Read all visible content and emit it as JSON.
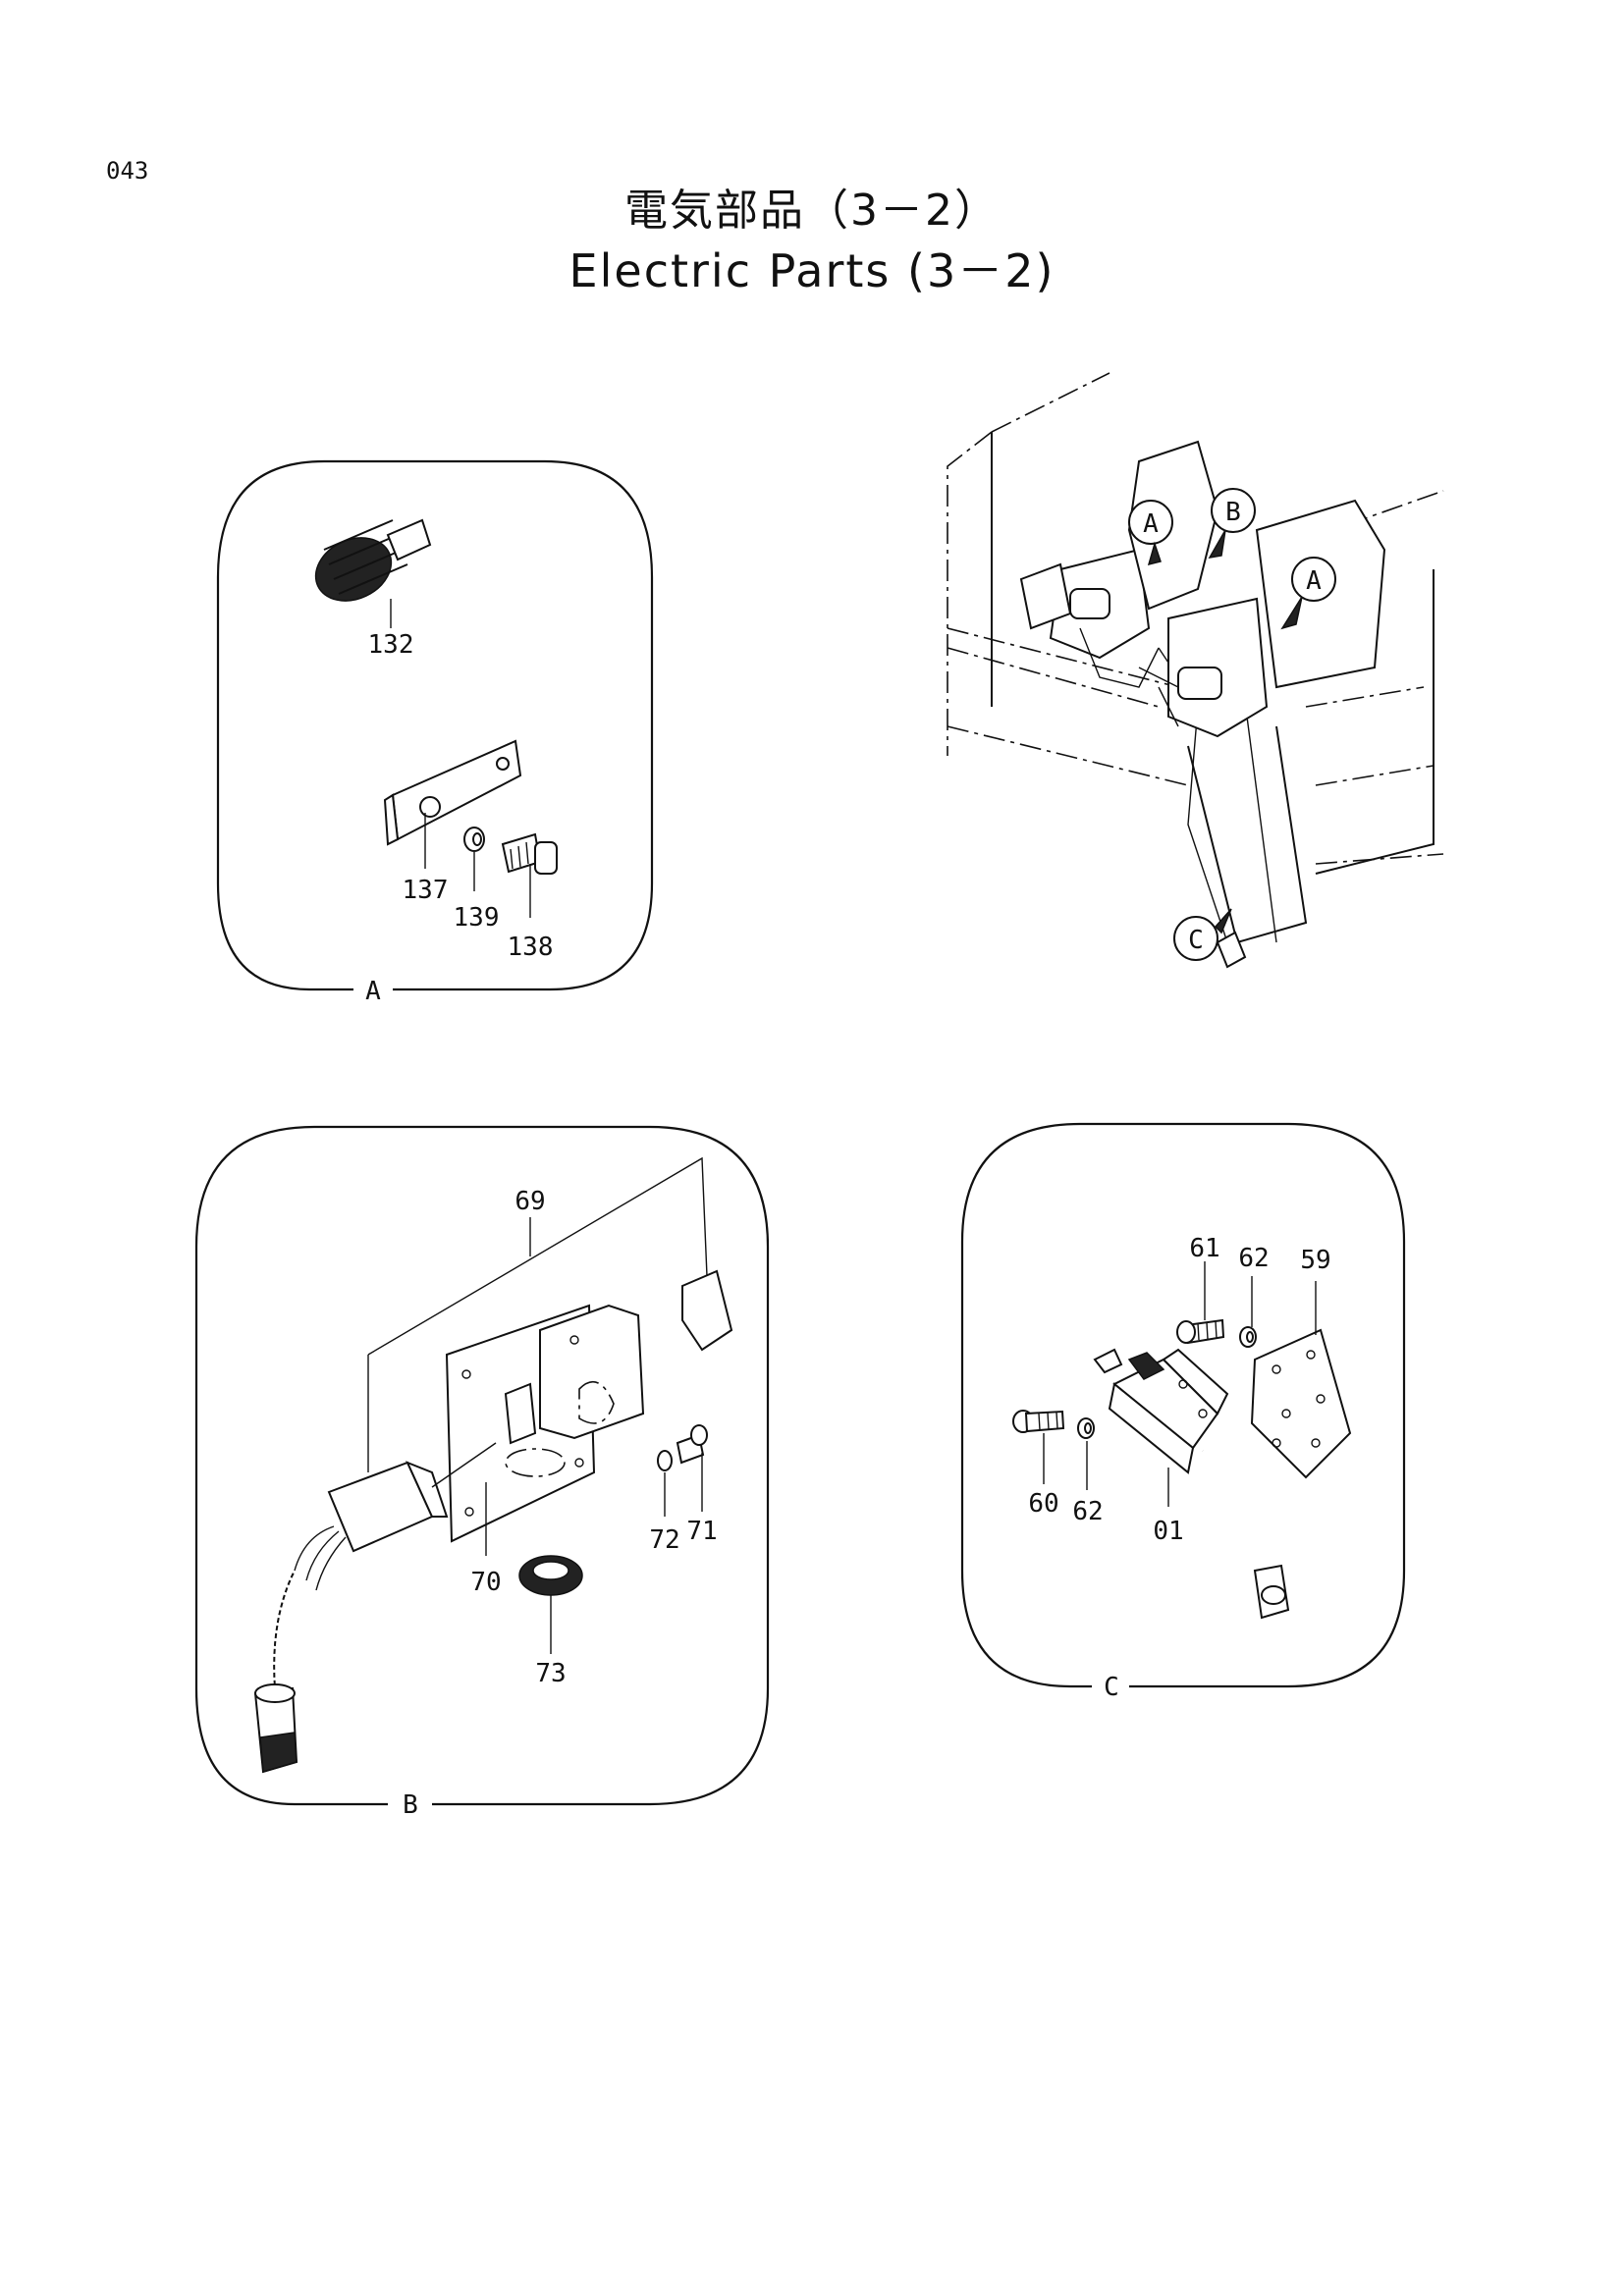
{
  "page_number": "043",
  "title_jp": "電気部品（3－2）",
  "title_en": "Electric Parts (3－2)",
  "overview_callouts": [
    "A",
    "B",
    "A",
    "C"
  ],
  "detail_a": {
    "frame_label": "A",
    "parts": [
      "132",
      "137",
      "139",
      "138"
    ]
  },
  "detail_b": {
    "frame_label": "B",
    "parts": [
      "69",
      "70",
      "72",
      "71",
      "73"
    ]
  },
  "detail_c": {
    "frame_label": "C",
    "parts": [
      "61",
      "62",
      "59",
      "60",
      "62",
      "01"
    ]
  }
}
